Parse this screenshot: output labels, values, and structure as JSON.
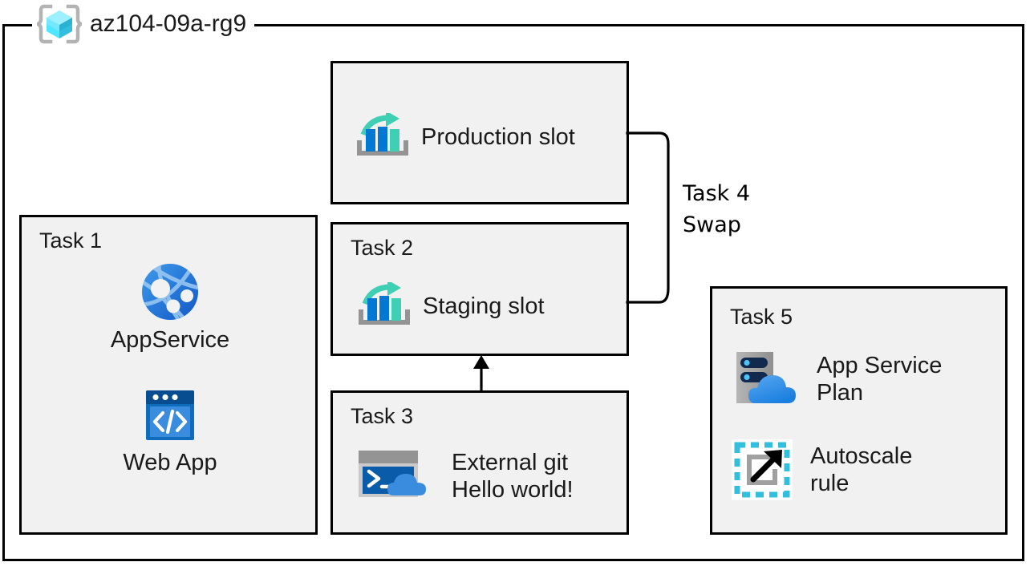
{
  "diagram": {
    "resource_group": {
      "name": "az104-09a-rg9",
      "icon": "resource-group-icon"
    },
    "boxes": [
      {
        "id": "production-slot",
        "title": "",
        "items": [
          {
            "label": "Production slot",
            "icon": "deployment-slot-icon"
          }
        ]
      },
      {
        "id": "task-1",
        "title": "Task 1",
        "items": [
          {
            "label": "AppService",
            "icon": "app-service-globe-icon"
          },
          {
            "label": "Web App",
            "icon": "web-app-browser-icon"
          }
        ]
      },
      {
        "id": "task-2",
        "title": "Task 2",
        "items": [
          {
            "label": "Staging slot",
            "icon": "deployment-slot-icon"
          }
        ]
      },
      {
        "id": "task-3",
        "title": "Task 3",
        "items": [
          {
            "label": "External git\nHello world!",
            "icon": "cloud-shell-icon"
          }
        ]
      },
      {
        "id": "task-5",
        "title": "Task 5",
        "items": [
          {
            "label": "App Service\nPlan",
            "icon": "app-service-plan-icon"
          },
          {
            "label": "Autoscale\nrule",
            "icon": "autoscale-rule-icon"
          }
        ]
      }
    ],
    "connectors": [
      {
        "id": "swap-bracket",
        "label": "Task 4\nSwap",
        "from": "production-slot",
        "to": "task-2"
      },
      {
        "id": "deploy-arrow",
        "label": "",
        "from": "task-3",
        "to": "task-2"
      }
    ],
    "colors": {
      "frame": "#000000",
      "box_fill": "#f1f1f1",
      "azure_blue": "#0078d4",
      "azure_teal": "#3fcfb4",
      "cube_cyan": "#50e6ff",
      "gray": "#a0a0a0"
    }
  }
}
